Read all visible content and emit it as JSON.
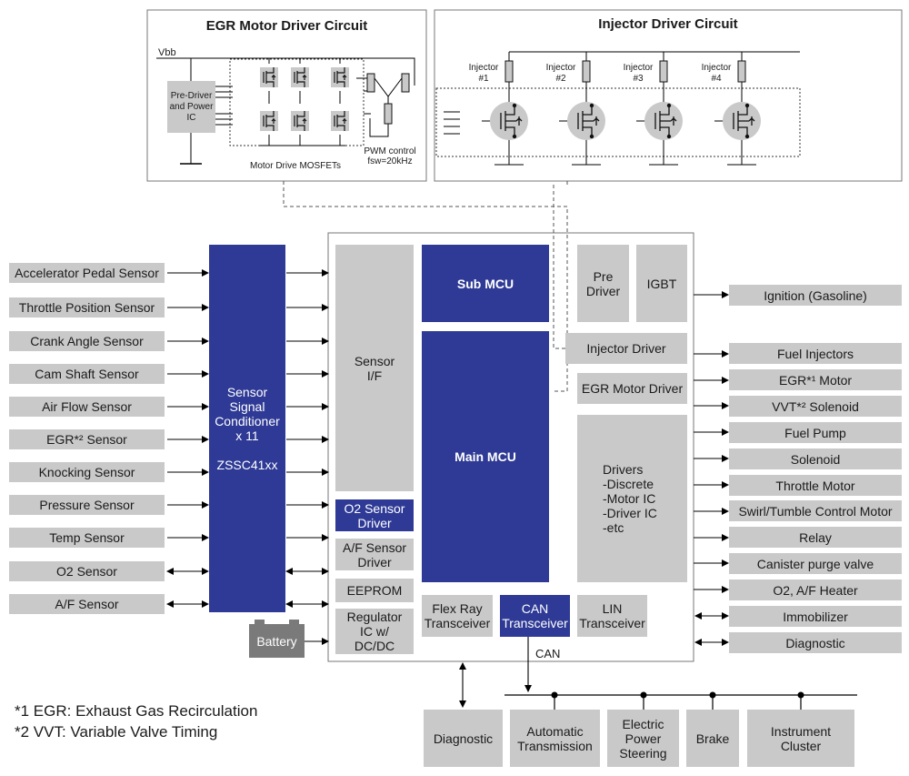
{
  "egr_circuit": {
    "title": "EGR Motor Driver Circuit",
    "vbb": "Vbb",
    "predriver": "Pre-Driver and Power IC",
    "mosfets_label": "Motor Drive MOSFETs",
    "pwm_line1": "PWM control",
    "pwm_line2": "fsw=20kHz"
  },
  "injector_circuit": {
    "title": "Injector Driver Circuit",
    "injectors": [
      {
        "label": "Injector",
        "num": "#1"
      },
      {
        "label": "Injector",
        "num": "#2"
      },
      {
        "label": "Injector",
        "num": "#3"
      },
      {
        "label": "Injector",
        "num": "#4"
      }
    ]
  },
  "sensors": [
    "Accelerator Pedal Sensor",
    "Throttle Position Sensor",
    "Crank Angle Sensor",
    "Cam Shaft Sensor",
    "Air Flow Sensor",
    "EGR*² Sensor",
    "Knocking Sensor",
    "Pressure Sensor",
    "Temp Sensor",
    "O2 Sensor",
    "A/F Sensor"
  ],
  "conditioner": {
    "line1": "Sensor",
    "line2": "Signal",
    "line3": "Conditioner",
    "line4": "x 11",
    "part": "ZSSC41xx"
  },
  "battery": "Battery",
  "ecu": {
    "sensor_if": "Sensor I/F",
    "o2_driver": "O2 Sensor Driver",
    "af_driver": "A/F Sensor Driver",
    "eeprom": "EEPROM",
    "regulator": "Regulator IC w/ DC/DC",
    "sub_mcu": "Sub MCU",
    "main_mcu": "Main MCU",
    "flexray": "Flex Ray Transceiver",
    "can": "CAN Transceiver",
    "lin": "LIN Transceiver",
    "pre_driver": "Pre Driver",
    "igbt": "IGBT",
    "injector_driver": "Injector Driver",
    "egr_driver": "EGR Motor Driver",
    "drivers_title": "Drivers",
    "drivers_items": [
      "-Discrete",
      "-Motor IC",
      "-Driver IC",
      "-etc"
    ]
  },
  "ignition": "Ignition (Gasoline)",
  "actuators": [
    "Fuel Injectors",
    "EGR*¹ Motor",
    "VVT*² Solenoid",
    "Fuel Pump",
    "Solenoid",
    "Throttle Motor",
    "Swirl/Tumble Control Motor",
    "Relay",
    "Canister purge valve",
    "O2, A/F Heater",
    "Immobilizer",
    "Diagnostic"
  ],
  "can_label": "CAN",
  "bottom_nodes": [
    "Diagnostic",
    "Automatic Transmission",
    "Electric Power Steering",
    "Brake",
    "Instrument Cluster"
  ],
  "footnotes": [
    "*1 EGR: Exhaust Gas Recirculation",
    "*2 VVT: Variable Valve Timing"
  ]
}
